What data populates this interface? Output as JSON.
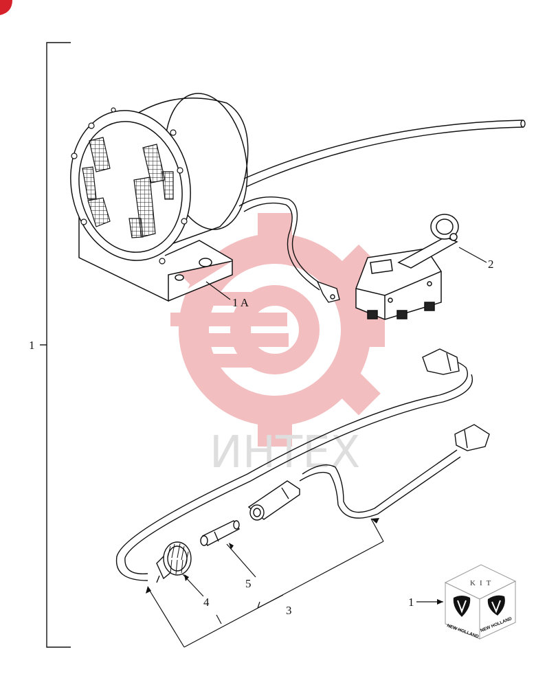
{
  "labels": {
    "assembly": "1",
    "lamp": "1 A",
    "switch": "2",
    "harness": "3",
    "holder": "4",
    "fuse": "5",
    "kit_ref": "1"
  },
  "kit_box": {
    "title": "KIT",
    "brand_left": "NEW HOLLAND",
    "brand_right": "NEW HOLLAND"
  },
  "watermark": {
    "text": "ИНТЕХ",
    "color": "#f2b3b5"
  }
}
